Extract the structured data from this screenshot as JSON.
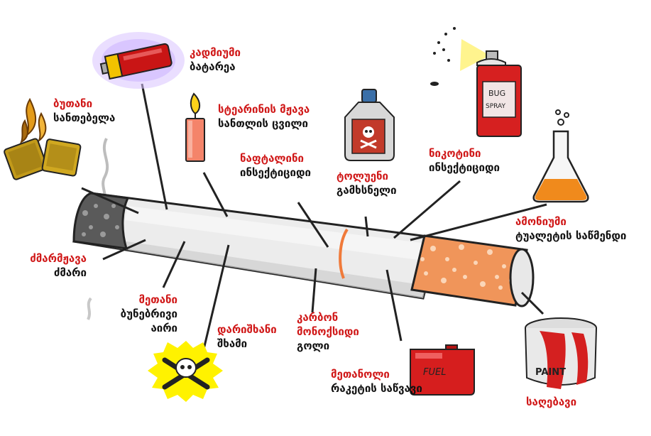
{
  "colors": {
    "chemical_name": "#d01818",
    "common_source": "#111111",
    "cigarette_body": "#ececec",
    "filter": "#f0955a",
    "ash": "#555555",
    "leader_line": "#222222"
  },
  "labels": {
    "cadmium": {
      "chemical": "კადმიუმი",
      "source": "ბატარეა"
    },
    "butane": {
      "chemical": "ბუთანი",
      "source": "სანთებელა"
    },
    "stearic": {
      "chemical": "სტეარინის მჟავა",
      "source": "სანთლის ცვილი"
    },
    "naphthalene": {
      "chemical": "ნაფტალინი",
      "source": "ინსექტიციდი"
    },
    "toluene": {
      "chemical": "ტოლუენი",
      "source": "გამხსნელი"
    },
    "nicotine": {
      "chemical": "ნიკოტინი",
      "source": "ინსექტიციდი"
    },
    "ammonia": {
      "chemical": "ამონიუმი",
      "source": "ტუალეტის საწმენდი"
    },
    "acetic": {
      "chemical": "ძმარმჟავა",
      "source": "ძმარი"
    },
    "methane": {
      "chemical": "მეთანი",
      "source_lines": [
        "ბუნებრივი",
        "აირი"
      ]
    },
    "arsenic": {
      "chemical": "დარიშხანი",
      "source": "შხამი"
    },
    "co": {
      "chemical_lines": [
        "კარბონ",
        "მონოქსიდი"
      ],
      "source": "გოლი"
    },
    "methanol": {
      "chemical": "მეთანოლი",
      "source": "რაკეტის საწვავი"
    },
    "paint": {
      "chemical": "საღებავი"
    }
  },
  "illustration_text": {
    "spray_can_line1": "BUG",
    "spray_can_line2": "SPRAY",
    "fuel_can": "FUEL",
    "paint_can": "PAINT"
  },
  "icons": [
    "battery-icon",
    "lighter-icon",
    "candle-icon",
    "solvent-bottle-icon",
    "bug-spray-can-icon",
    "flask-icon",
    "skull-crossbones-icon",
    "fuel-can-icon",
    "paint-can-icon",
    "cigarette-icon"
  ]
}
